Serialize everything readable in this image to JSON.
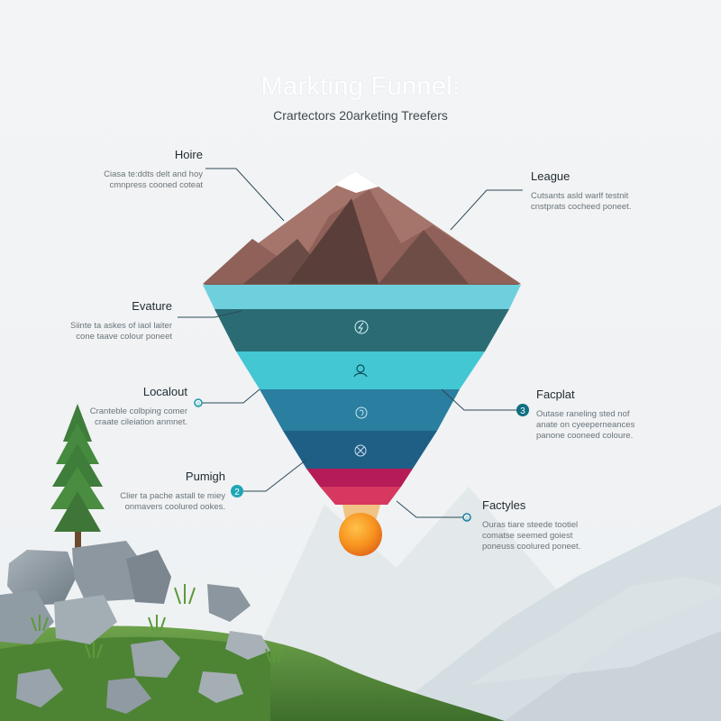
{
  "title": "Markting Funnel:",
  "subtitle": "Crartectors 20arketing Treefers",
  "labels": {
    "hoire": {
      "heading": "Hoire",
      "line1": "Ciasa te:ddts delt and hoy",
      "line2": "cmnpress cooned coteat"
    },
    "league": {
      "heading": "League",
      "line1": "Cutsants asld warlf testnit",
      "line2": "cnstprats cocheed poneet."
    },
    "evature": {
      "heading": "Evature",
      "line1": "Siinte ta askes of iaol laiter",
      "line2": "cone taave colour poneet"
    },
    "localout": {
      "heading": "Localout",
      "line1": "Cranteble colbping comer",
      "line2": "craate cileiation anmnet."
    },
    "facplat": {
      "heading": "Facplat",
      "line1": "Outase raneling sted nof",
      "line2": "anate on cyeeperneances",
      "line3": "panone cooneed coloure."
    },
    "pumigh": {
      "heading": "Pumigh",
      "line1": "Clier ta pache astall te miey",
      "line2": "onmavers coolured ookes."
    },
    "factyles": {
      "heading": "Factyles",
      "line1": "Ouras tiare steede tootiel",
      "line2": "comatse seemed goiest",
      "line3": "poneuss coolured poneet."
    }
  },
  "badges": {
    "localout": "0",
    "facplat": "3",
    "pumigh": "2",
    "factyles": "0"
  },
  "colors": {
    "background": "#f2f3f4",
    "mountain_peak": "#a5756b",
    "funnel_band_1": "#6fd0dd",
    "funnel_band_2": "#2b6c74",
    "funnel_band_3": "#43c7d3",
    "funnel_band_4": "#2a7ea0",
    "funnel_band_5": "#1f5f85",
    "funnel_band_6": "#1e3e63",
    "funnel_band_7": "#b51b56",
    "funnel_drop": "#f79a1e",
    "grass": "#5a8f3c",
    "rock": "#8f9ba3",
    "leader_line": "#2e4a56"
  },
  "icons": [
    "lightning-icon",
    "person-icon",
    "spiral-icon",
    "tools-icon"
  ]
}
